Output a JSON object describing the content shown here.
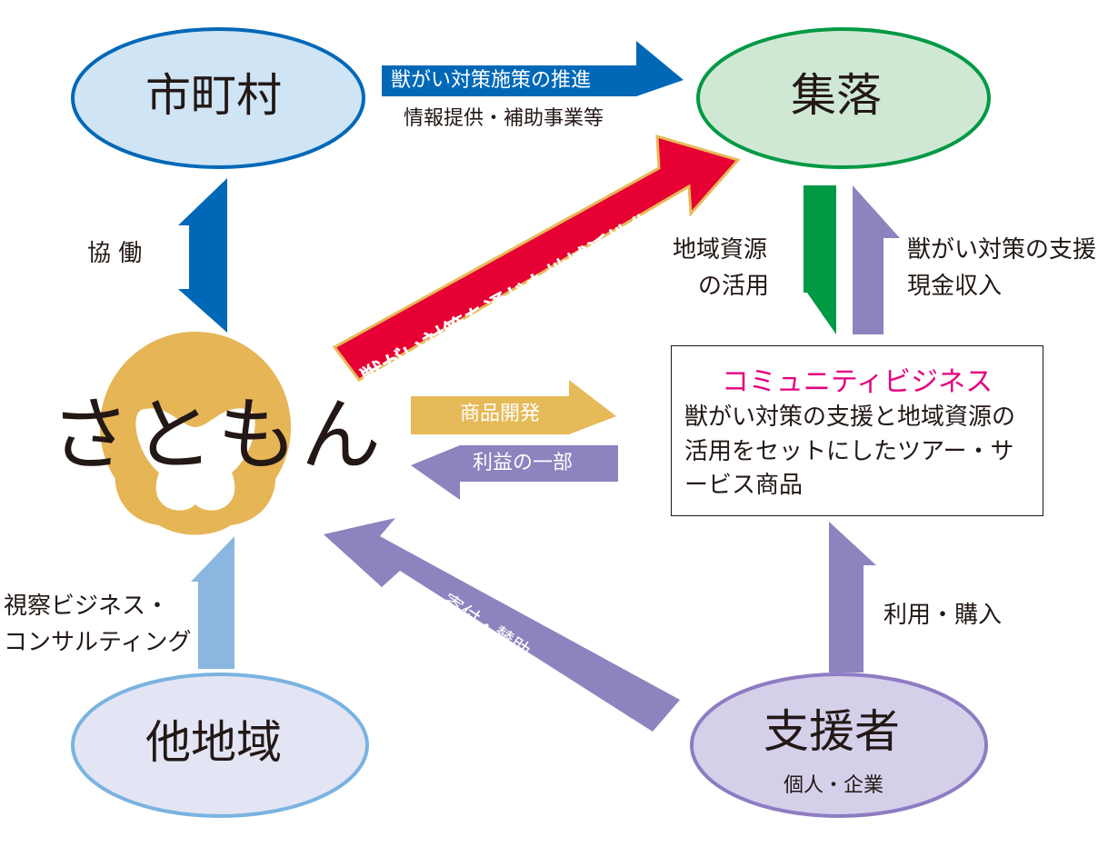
{
  "nodes": {
    "municipality": "市町村",
    "village": "集落",
    "other_region": "他地域",
    "supporters": "支援者",
    "supporters_sub": "個人・企業",
    "satomon": "さともん"
  },
  "community_business": {
    "title": "コミュニティビジネス",
    "description": "獣がい対策の支援と地域資源の活用をセットにしたツアー・サービス商品"
  },
  "flows": {
    "policy": "獣がい対策施策の推進",
    "policy_sub": "情報提供・補助事業等",
    "revitalization": "獣がい対策を通じた地域活性化",
    "cooperation": "協 働",
    "resource_use_1": "地域資源",
    "resource_use_2": "の活用",
    "support_1": "獣がい対策の支援",
    "support_2": "現金収入",
    "product_dev": "商品開発",
    "profit_share": "利益の一部",
    "consulting_1": "視察ビジネス・",
    "consulting_2": "コンサルティング",
    "donation": "寄付・賛助",
    "use_purchase": "利用・購入"
  },
  "colors": {
    "municipality_fill": "#cfe4f5",
    "municipality_stroke": "#0068b7",
    "village_fill": "#cfe8d4",
    "village_stroke": "#009944",
    "other_fill": "#e3e5f4",
    "other_stroke": "#7ab3e0",
    "supporter_fill": "#d5d0ea",
    "supporter_stroke": "#8e7cc3",
    "blue_arrow": "#0068b7",
    "green_arrow": "#009944",
    "purple_arrow": "#8e82bf",
    "gold_arrow": "#e6ba58",
    "light_blue_arrow": "#8ab6df",
    "red_arrow": "#e60033",
    "satomon_gold": "#e6b556",
    "cb_title": "#e4007f"
  }
}
